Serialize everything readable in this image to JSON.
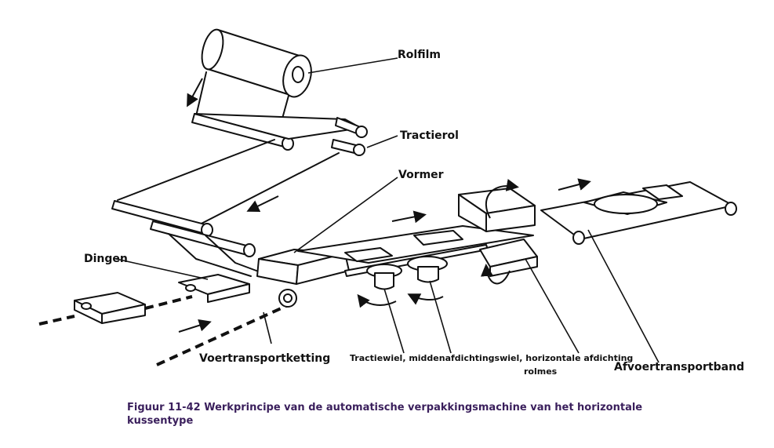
{
  "labels": {
    "rolfilm": "Rolfilm",
    "tractierol": "Tractierol",
    "vormer": "Vormer",
    "dingen": "Dingen",
    "voertransportketting": "Voertransportketting",
    "wielen": "Tractiewiel, middenafdichtingswiel, horizontale afdichting",
    "rolmes": "rolmes",
    "afvoertransportband": "Afvoertransportband"
  },
  "caption": "Figuur 11-42 Werkprincipe van de automatische verpakkingsmachine van het horizontale kussentype"
}
